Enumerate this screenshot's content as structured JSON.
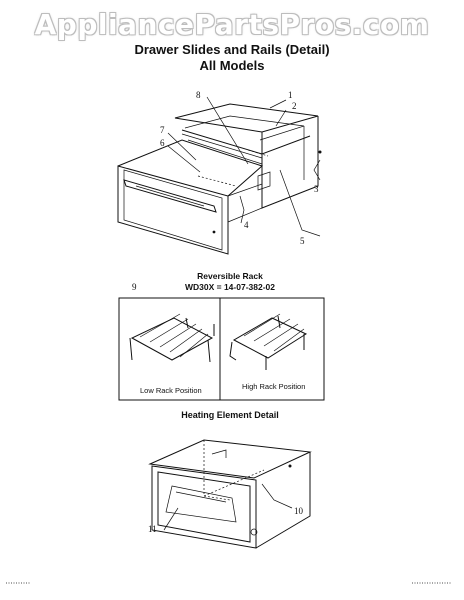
{
  "watermark": "AppliancePartsPros.com",
  "header": {
    "title_line1": "Drawer  Slides and Rails (Detail)",
    "title_line2": "All Models"
  },
  "drawer_detail": {
    "callouts": [
      "1",
      "2",
      "3",
      "4",
      "5",
      "6",
      "7",
      "8"
    ]
  },
  "rack_section": {
    "index": "9",
    "title": "Reversible Rack",
    "part_line": "WD30X = 14-07-382-02",
    "panels": [
      {
        "label": "Low Rack Position"
      },
      {
        "label": "High Rack Position"
      }
    ]
  },
  "heating_section": {
    "title": "Heating Element Detail",
    "callouts": [
      "10",
      "11"
    ]
  }
}
